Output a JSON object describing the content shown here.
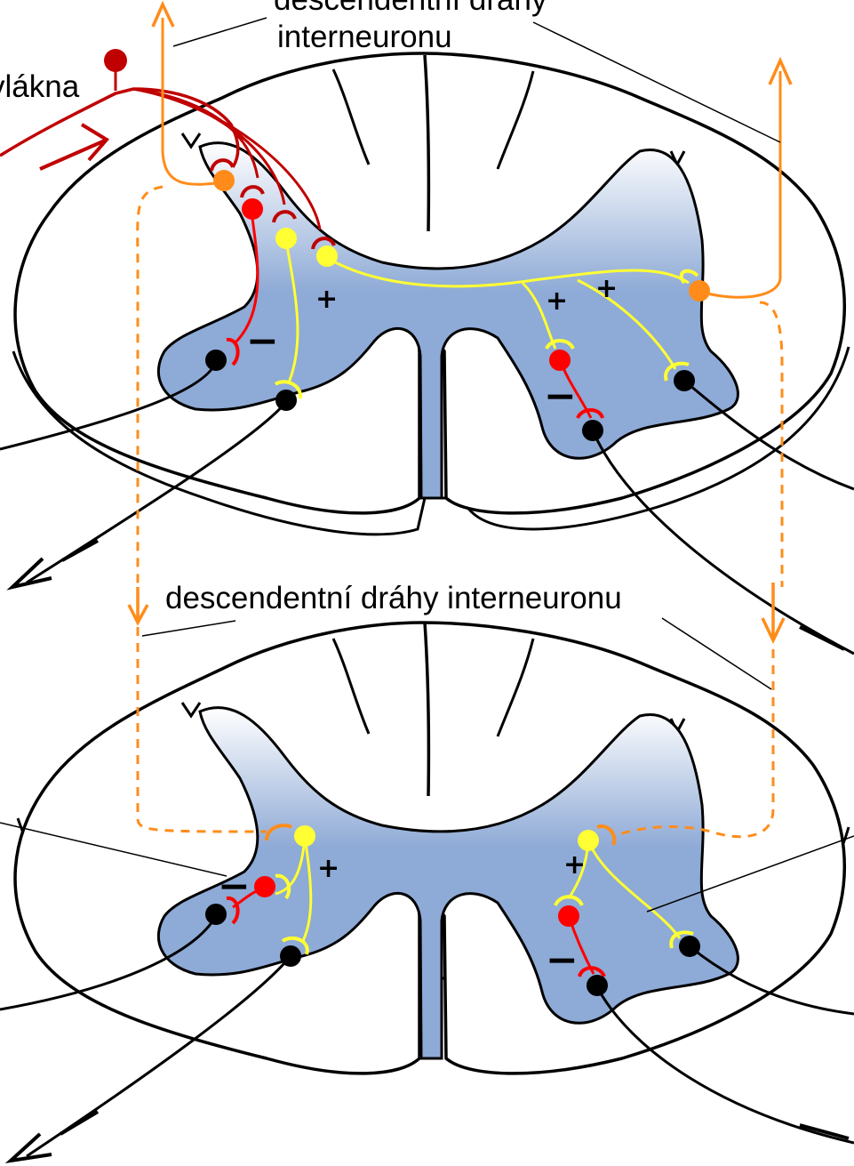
{
  "labels": {
    "top_descending": "descendentní dráhy",
    "top_interneuron": "interneuronu",
    "fiber_fragment": "vlákna",
    "middle_descending": "descendentní dráhy interneuronu"
  },
  "signs": {
    "plus": "+",
    "minus": "−"
  },
  "colors": {
    "primary_afferent": "#cc0000",
    "inhibitory_interneuron": "#ff0000",
    "excitatory_interneuron": "#ffff33",
    "propriospinal_interneuron": "#ff8c1a",
    "motoneuron": "#000000",
    "gray_matter": "#8eaad6",
    "outline": "#000000"
  },
  "icons": {
    "afferent_ending": "red-pin-terminal-icon",
    "direction": "arrow-icon"
  }
}
